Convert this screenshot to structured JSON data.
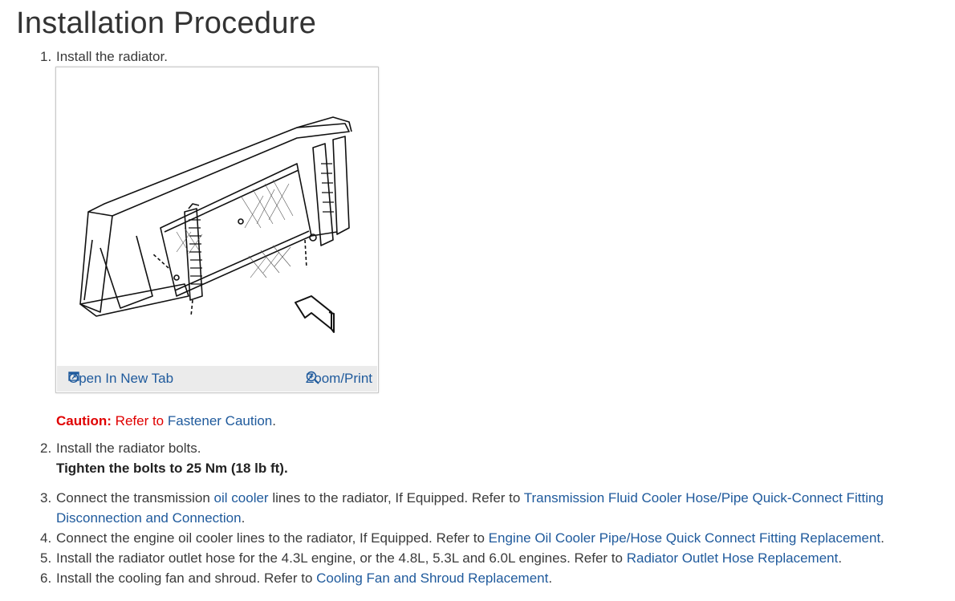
{
  "page": {
    "title": "Installation Procedure"
  },
  "steps": [
    {
      "num": "1.",
      "text": "Install the radiator."
    },
    {
      "num": "2.",
      "text": "Install the radiator bolts.",
      "torque": "Tighten the bolts to 25 Nm (18 lb ft)."
    },
    {
      "num": "3.",
      "pre": "Connect the transmission ",
      "link1": "oil cooler",
      "mid": " lines to the radiator, If Equipped. Refer to ",
      "link2a": "Transmission Fluid Cooler Hose/Pipe Quick-Connect Fitting",
      "link2b": "Disconnection and Connection",
      "post": "."
    },
    {
      "num": "4.",
      "pre": "Connect the engine oil cooler lines to the radiator, If Equipped. Refer to ",
      "link": "Engine Oil Cooler Pipe/Hose Quick Connect Fitting Replacement",
      "post": "."
    },
    {
      "num": "5.",
      "pre": "Install the radiator outlet hose for the 4.3L engine, or the 4.8L, 5.3L and 6.0L engines. Refer to ",
      "link": "Radiator Outlet Hose Replacement",
      "post": "."
    },
    {
      "num": "6.",
      "pre": "Install the cooling fan and shroud. Refer to ",
      "link": "Cooling Fan and Shroud Replacement",
      "post": "."
    }
  ],
  "figure": {
    "open_tab_label": "Open In New Tab",
    "zoom_label": "Zoom/Print",
    "icons": {
      "open_tab": "open-in-new-tab-icon",
      "zoom": "zoom-in-icon"
    }
  },
  "caution": {
    "label": "Caution:",
    "refer": " Refer to ",
    "link": "Fastener Caution",
    "post": "."
  },
  "colors": {
    "link": "#1f5a9c",
    "caution": "#e00000",
    "text": "#3a3a3a",
    "bar": "#ebebeb"
  }
}
